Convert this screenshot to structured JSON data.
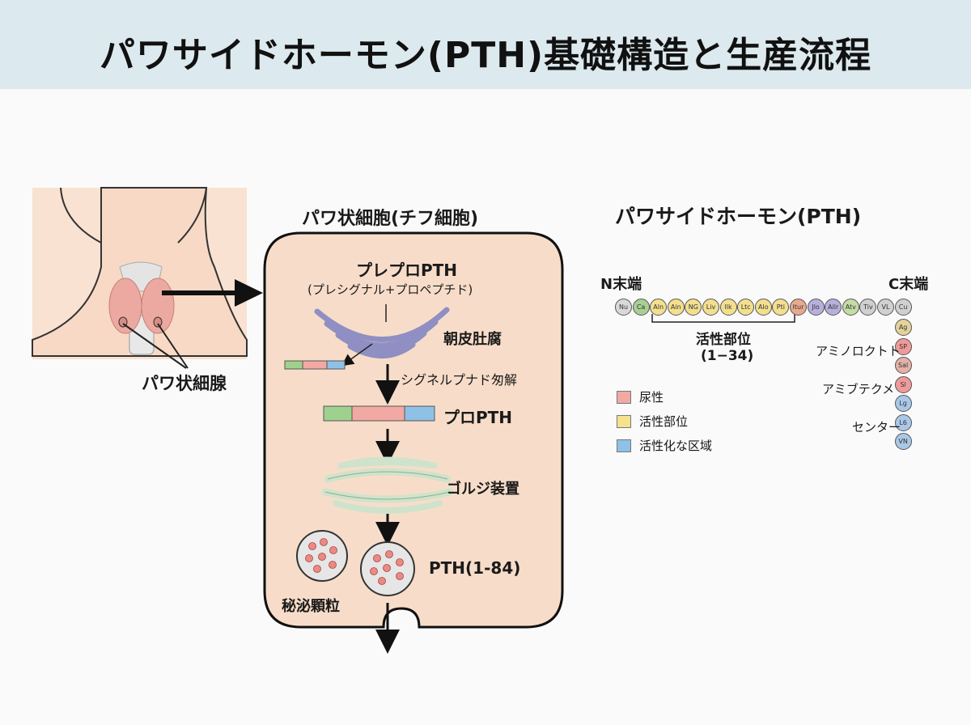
{
  "header": {
    "title": "パワサイドホーモン(PTH)基礎構造と生産流程"
  },
  "neck": {
    "gland_label": "パワ状細腺"
  },
  "cell": {
    "title": "パワ状細胞(チフ細胞)",
    "preprop_title": "プレプロPTH",
    "preprop_sub": "(プレシグナル+プロペプチド)",
    "er_label": "朝皮肚腐",
    "cleavage_label": "シグネルプナド匆解",
    "prop_label": "プロPTH",
    "golgi_label": "ゴルジ装置",
    "pth_label": "PTH(1-84)",
    "granule_label": "秘泌顆粒"
  },
  "pth_structure": {
    "title": "パワサイドホーモン(PTH)",
    "n_term": "N末端",
    "c_term": "C末端",
    "active_site": "活性部位",
    "active_range": "(1−34)",
    "side_labels": [
      "アミノロクトト",
      "アミブテクメ",
      "センター"
    ],
    "horizontal_residues": [
      {
        "t": "Nu",
        "c": "#d9d9d9"
      },
      {
        "t": "Ca",
        "c": "#a9cf95"
      },
      {
        "t": "Aln",
        "c": "#f3df8e"
      },
      {
        "t": "Ain",
        "c": "#f3df8e"
      },
      {
        "t": "NG",
        "c": "#f3df8e"
      },
      {
        "t": "Liv",
        "c": "#f3df8e"
      },
      {
        "t": "llk",
        "c": "#f3df8e"
      },
      {
        "t": "Ltc",
        "c": "#f3df8e"
      },
      {
        "t": "Alo",
        "c": "#f3df8e"
      },
      {
        "t": "Pti",
        "c": "#f3df8e"
      },
      {
        "t": "ltur",
        "c": "#e9a98e"
      },
      {
        "t": "Jlo",
        "c": "#b8b0dc"
      },
      {
        "t": "Ailr",
        "c": "#b8b0dc"
      },
      {
        "t": "Atv",
        "c": "#c5dca5"
      },
      {
        "t": "Tiv",
        "c": "#d0d0d0"
      },
      {
        "t": "VL",
        "c": "#d0d0d0"
      },
      {
        "t": "Cu",
        "c": "#d0d0d0"
      }
    ],
    "vertical_residues": [
      {
        "t": "Ag",
        "c": "#e3d29a"
      },
      {
        "t": "SP",
        "c": "#ef9a9a"
      },
      {
        "t": "Sal",
        "c": "#e3b1a8"
      },
      {
        "t": "Sl",
        "c": "#ef9a9a"
      },
      {
        "t": "Lg",
        "c": "#a9c8e8"
      },
      {
        "t": "L6",
        "c": "#a9c8e8"
      },
      {
        "t": "VN",
        "c": "#a9c8e8"
      }
    ]
  },
  "legend": [
    {
      "label": "尿性",
      "color": "#f2a9a3"
    },
    {
      "label": "活性部位",
      "color": "#f6e28e"
    },
    {
      "label": "活性化な区域",
      "color": "#8fc1e6"
    }
  ],
  "colors": {
    "cell_fill": "#f7ddc9",
    "skin": "#f9e2d2",
    "gland": "#eba9a1",
    "er": "#8f8fc4",
    "golgi": "#cfe3cc",
    "seg_green": "#9fd18e",
    "seg_red": "#f2a9a3",
    "seg_blue": "#8fc1e6"
  }
}
